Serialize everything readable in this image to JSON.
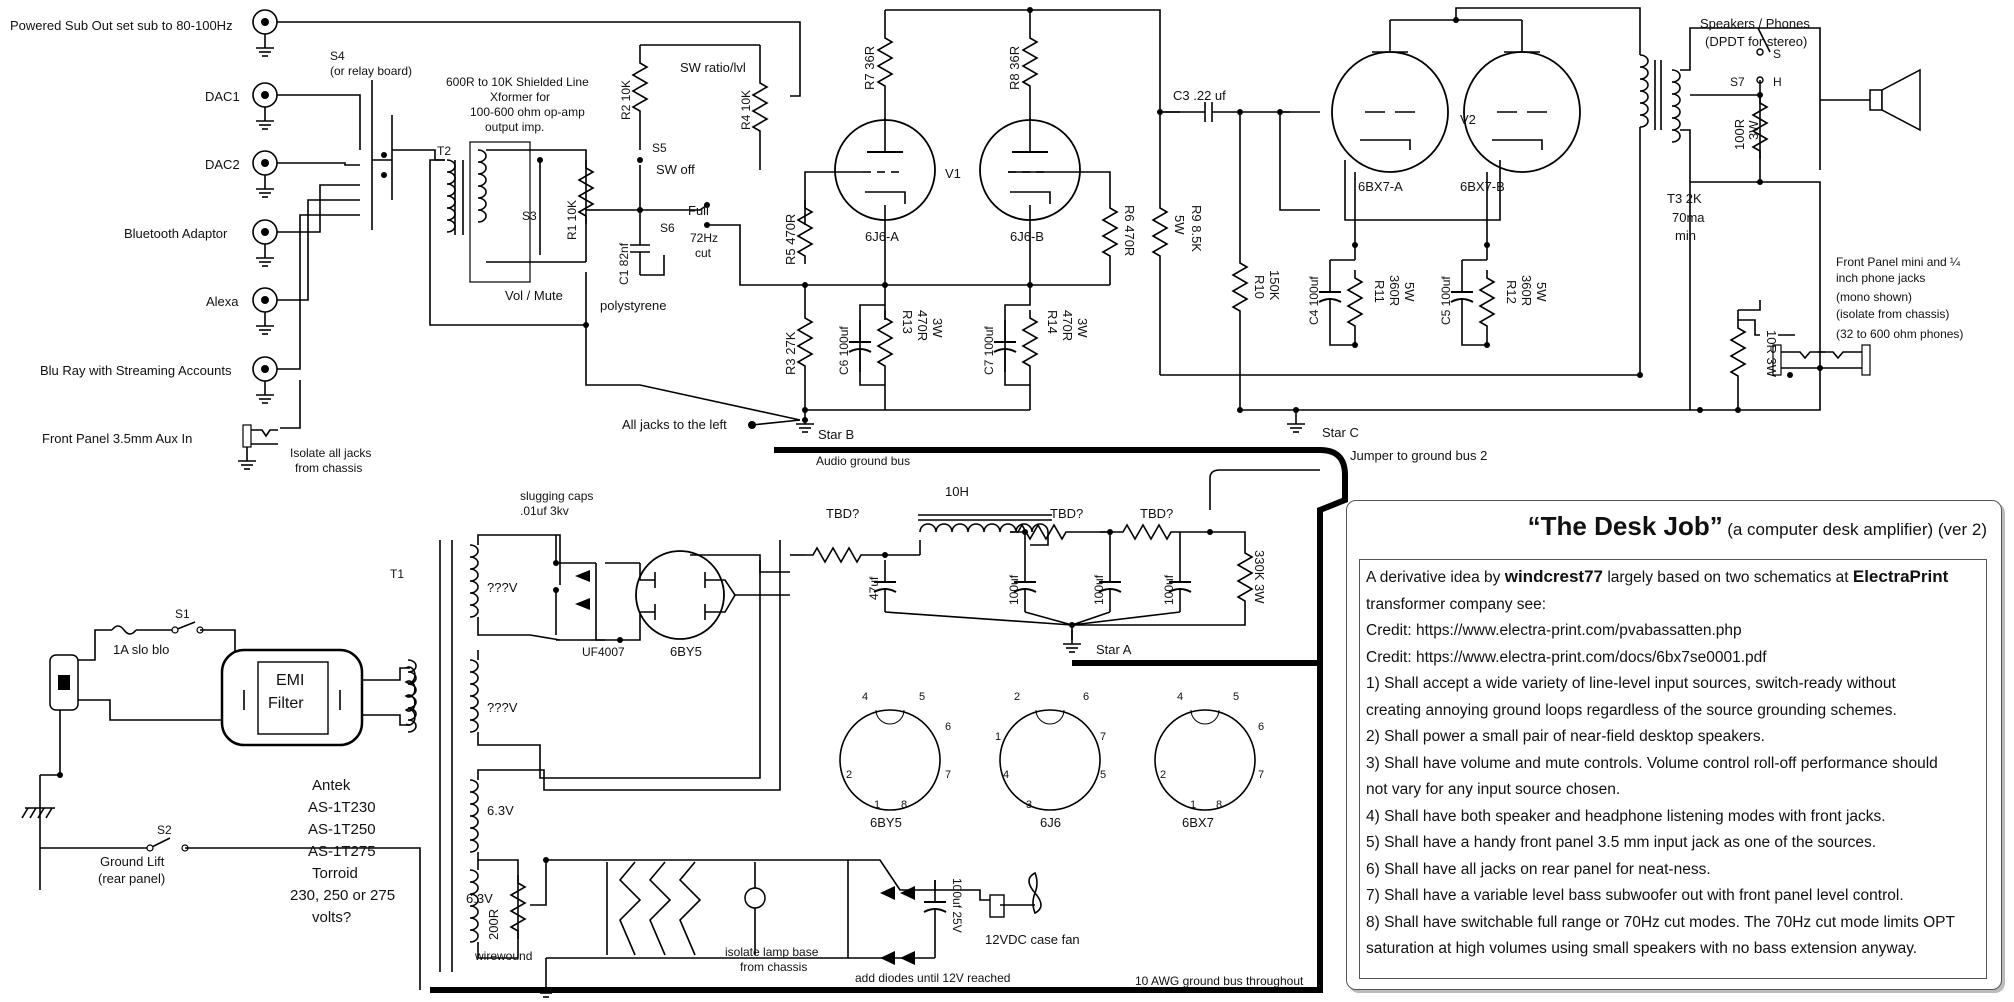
{
  "title": "“The Desk Job”",
  "subtitle": "(a computer desk amplifier) (ver 2)",
  "spec": {
    "intro_a": "A derivative idea by",
    "author": "windcrest77",
    "intro_b": "largely based on two schematics at",
    "company": "ElectraPrint",
    "intro_c": "transformer company see:",
    "credit1": "Credit: https://www.electra-print.com/pvabassatten.php",
    "credit2": "Credit: https://www.electra-print.com/docs/6bx7se0001.pdf",
    "r1a": "1) Shall accept a wide variety of line-level input sources, switch-ready without",
    "r1b": "creating annoying ground loops regardless of the source grounding schemes.",
    "r2": "2) Shall power a small pair of near-field desktop speakers.",
    "r3a": "3) Shall have volume and mute controls. Volume control roll-off performance should",
    "r3b": "not vary for any input source chosen.",
    "r4": "4) Shall have both speaker and headphone listening modes with front jacks.",
    "r5": "5) Shall have a handy front panel 3.5 mm input jack as one of the sources.",
    "r6": "6) Shall have all jacks on rear panel for neat-ness.",
    "r7": "7) Shall have a variable level bass subwoofer out with front panel level control.",
    "r8a": "8) Shall have switchable full range or 70Hz cut modes. The 70Hz cut mode limits OPT",
    "r8b": "saturation at high volumes using small speakers with no bass extension anyway."
  },
  "inputs": {
    "sub_out": "Powered Sub Out set sub to 80-100Hz",
    "dac1": "DAC1",
    "dac2": "DAC2",
    "bluetooth": "Bluetooth Adaptor",
    "alexa": "Alexa",
    "bluray": "Blu Ray with Streaming Accounts",
    "aux": "Front Panel 3.5mm Aux In",
    "isolate_a": "Isolate all jacks",
    "isolate_b": "from chassis",
    "s4_a": "S4",
    "s4_b": "(or relay board)"
  },
  "line_xfmr": {
    "t2": "T2",
    "desc_a": "600R to 10K Shielded Line",
    "desc_b": "Xformer for",
    "desc_c": "100-600 ohm op-amp",
    "desc_d": "output imp.",
    "s3": "S3",
    "r1": "R1 10K",
    "vol_mute": "Vol / Mute",
    "r2": "R2 10K",
    "sw_ratio": "SW ratio/lvl",
    "r4": "R4 10K",
    "s5": "S5",
    "sw_off": "SW off",
    "full": "Full",
    "s6": "S6",
    "cut_a": "72Hz",
    "cut_b": "cut",
    "c1": "C1 82nf",
    "polystyrene": "polystyrene",
    "all_jacks": "All jacks to the left"
  },
  "preamp": {
    "r7": "R7 36R",
    "r8": "R8 36R",
    "v1": "V1",
    "r5": "R5 470R",
    "r6": "R6 470R",
    "tube_a": "6J6-A",
    "tube_b": "6J6-B",
    "r3": "R3 27K",
    "c6": "C6 100uf",
    "r13a": "R13",
    "r13b": "470R",
    "r13c": "3W",
    "c7": "C7 100uf",
    "r14a": "R14",
    "r14b": "470R",
    "r14c": "3W",
    "star_b": "Star B",
    "audio_bus": "Audio ground bus"
  },
  "power_amp": {
    "c3": "C3 .22 uf",
    "r9a": "R9 8.5K",
    "r9b": "5W",
    "r10a": "R10",
    "r10b": "150K",
    "c4": "C4 100uf",
    "r11a": "R11",
    "r11b": "360R",
    "r11c": "5W",
    "c5": "C5 100uf",
    "r12a": "R12",
    "r12b": "360R",
    "r12c": "5W",
    "v2": "V2",
    "tube_a": "6BX7-A",
    "tube_b": "6BX7-B",
    "star_c": "Star C",
    "jumper": "Jumper to ground bus 2",
    "t3a": "T3 2K",
    "t3b": "70ma",
    "t3c": "min"
  },
  "output": {
    "spk_a": "Speakers / Phones",
    "spk_b": "(DPDT for stereo)",
    "s": "S",
    "s7": "S7",
    "h": "H",
    "r100a": "100R",
    "r100b": "3W",
    "r10r": "10R 3W",
    "fp_a": "Front Panel mini and ¼",
    "fp_b": "inch phone jacks",
    "fp_c": "(mono shown)",
    "fp_d": "(isolate from chassis)",
    "fp_e": "(32 to 600 ohm phones)"
  },
  "power_supply": {
    "slug_a": "slugging caps",
    "slug_b": ".01uf 3kv",
    "t1": "T1",
    "v1": "???V",
    "v2": "???V",
    "h1": "6.3V",
    "h2": "6.3V",
    "diode": "UF4007",
    "rect": "6BY5",
    "tbd1": "TBD?",
    "choke": "10H",
    "tbd2": "TBD?",
    "tbd3": "TBD?",
    "cap47": "47uf",
    "cap100a": "100uf",
    "cap100b": "100uf",
    "cap100c": "100uf",
    "r330": "330K 3W",
    "star_a": "Star A",
    "s1": "S1",
    "fuse": "1A slo blo",
    "emi_a": "EMI",
    "emi_b": "Filter",
    "antek_a": "Antek",
    "antek_b": "AS-1T230",
    "antek_c": "AS-1T250",
    "antek_d": "AS-1T275",
    "antek_e": "Torroid",
    "antek_f": "230, 250 or 275",
    "antek_g": "volts?",
    "s2": "S2",
    "gl_a": "Ground Lift",
    "gl_b": "(rear panel)",
    "r200": "200R",
    "wirewound": "wirewound",
    "lamp_a": "isolate lamp base",
    "lamp_b": "from chassis",
    "diodes_note": "add diodes until 12V reached",
    "cap25": "100uf 25V",
    "fan": "12VDC case fan",
    "bus_note": "10 AWG ground bus throughout"
  },
  "pinouts": {
    "p6by5": "6BY5",
    "p6j6": "6J6",
    "p6bx7": "6BX7",
    "pins_6by5": [
      "4",
      "5",
      "6",
      "7",
      "8",
      "1",
      "2"
    ],
    "pins_6j6": [
      "2",
      "6",
      "1",
      "7",
      "4",
      "5",
      "3"
    ],
    "pins_6bx7": [
      "4",
      "5",
      "6",
      "7",
      "8",
      "1",
      "2"
    ]
  }
}
